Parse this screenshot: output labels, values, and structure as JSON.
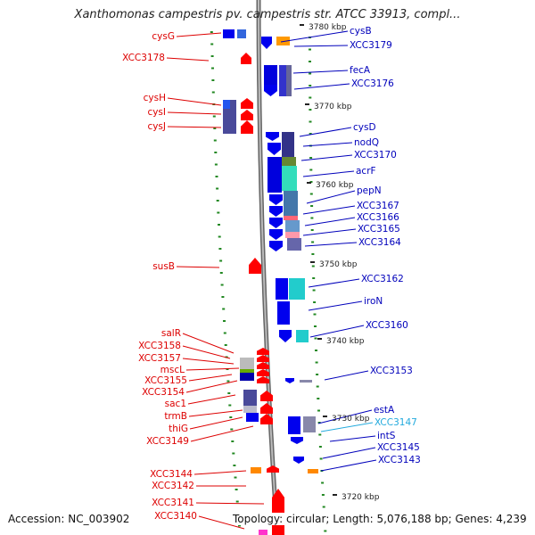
{
  "title": "Xanthomonas campestris pv. campestris str. ATCC 33913, compl...",
  "footer": {
    "accession": "Accession: NC_003902",
    "summary": "Topology: circular; Length: 5,076,188 bp; Genes: 4,239"
  },
  "colors": {
    "forward_label": "#dd0000",
    "reverse_label": "#0000bb",
    "highlight_label": "#22aadd",
    "forward_gene": "#ff0000",
    "reverse_gene": "#0000ee",
    "backbone": "#888888",
    "tick": "#228822"
  },
  "scale_labels": [
    "3780 kbp",
    "3770 kbp",
    "3760 kbp",
    "3750 kbp",
    "3740 kbp",
    "3730 kbp",
    "3720 kbp"
  ],
  "forward_genes": [
    "cysG",
    "XCC3178",
    "cysH",
    "cysI",
    "cysJ",
    "susB",
    "salR",
    "XCC3158",
    "XCC3157",
    "mscL",
    "XCC3155",
    "XCC3154",
    "sac1",
    "trmB",
    "thiG",
    "XCC3149",
    "XCC3144",
    "XCC3142",
    "XCC3141",
    "XCC3140"
  ],
  "reverse_genes": [
    "cysB",
    "XCC3179",
    "fecA",
    "XCC3176",
    "cysD",
    "nodQ",
    "XCC3170",
    "acrF",
    "pepN",
    "XCC3167",
    "XCC3166",
    "XCC3165",
    "XCC3164",
    "XCC3162",
    "iroN",
    "XCC3160",
    "XCC3153",
    "estA",
    "XCC3147",
    "intS",
    "XCC3145",
    "XCC3143"
  ],
  "highlighted_gene": "XCC3147"
}
